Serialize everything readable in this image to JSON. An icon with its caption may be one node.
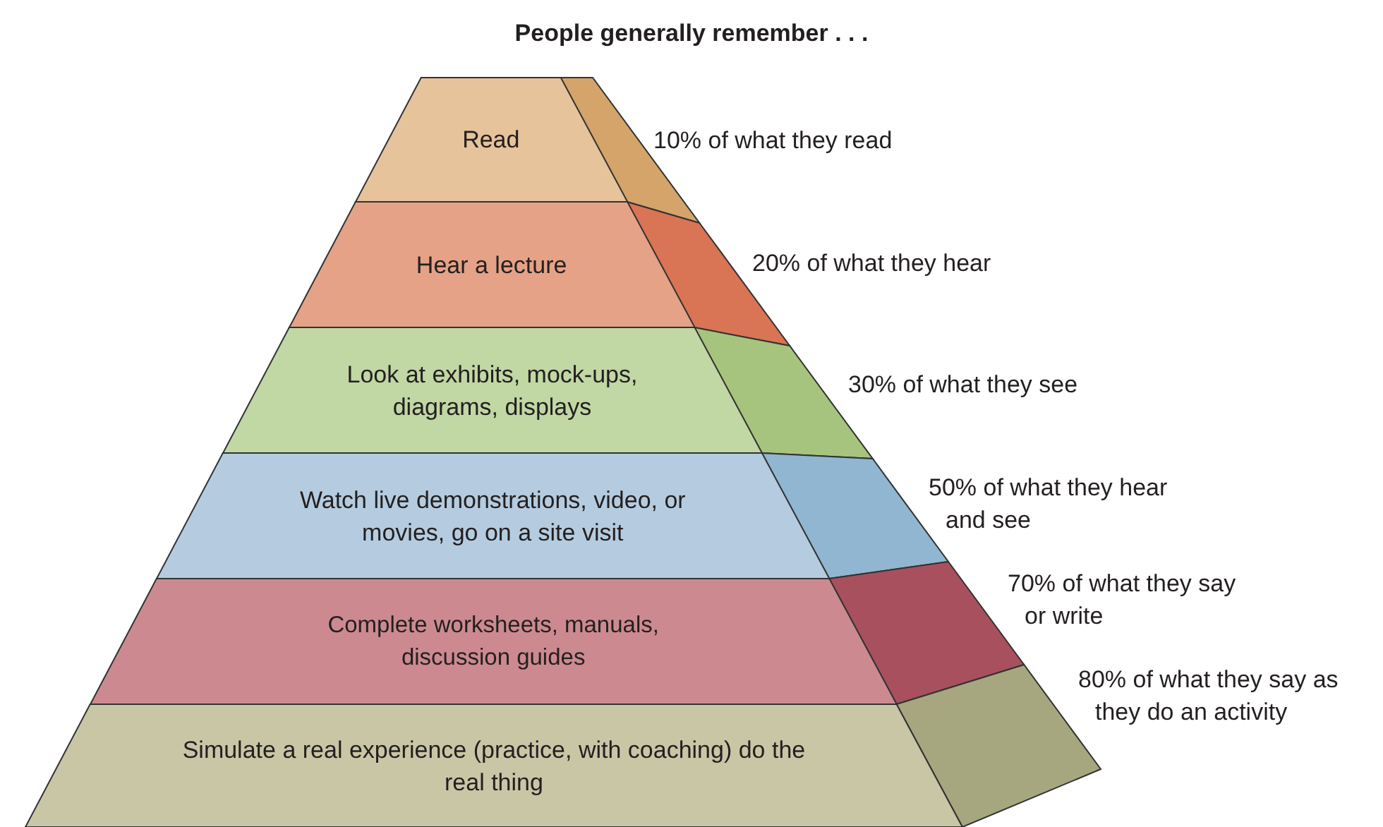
{
  "diagram": {
    "title": "People generally remember . . .",
    "nodes": [
      {
        "text": [
          "Read"
        ],
        "beside": [
          "10% of what they read"
        ]
      },
      {
        "text": [
          "Hear a lecture"
        ],
        "beside": [
          "20% of what they hear"
        ]
      },
      {
        "text": [
          "Look at exhibits, mock-ups, diagrams, displays"
        ],
        "beside": [
          "30% of what they see"
        ]
      },
      {
        "text": [
          "Watch live demonstrations, video, or movies, go on a site visit"
        ]
      },
      {
        "text": [
          "Complete worksheets, manuals, discussion guides"
        ]
      },
      {
        "text": [
          "Simulate a real experience (practice, with coaching) do the real thing"
        ]
      }
    ],
    "labels": [
      "50% of what they hear and see",
      "70% of what they say or write",
      "80% of what they say as they do an activity"
    ]
  }
}
